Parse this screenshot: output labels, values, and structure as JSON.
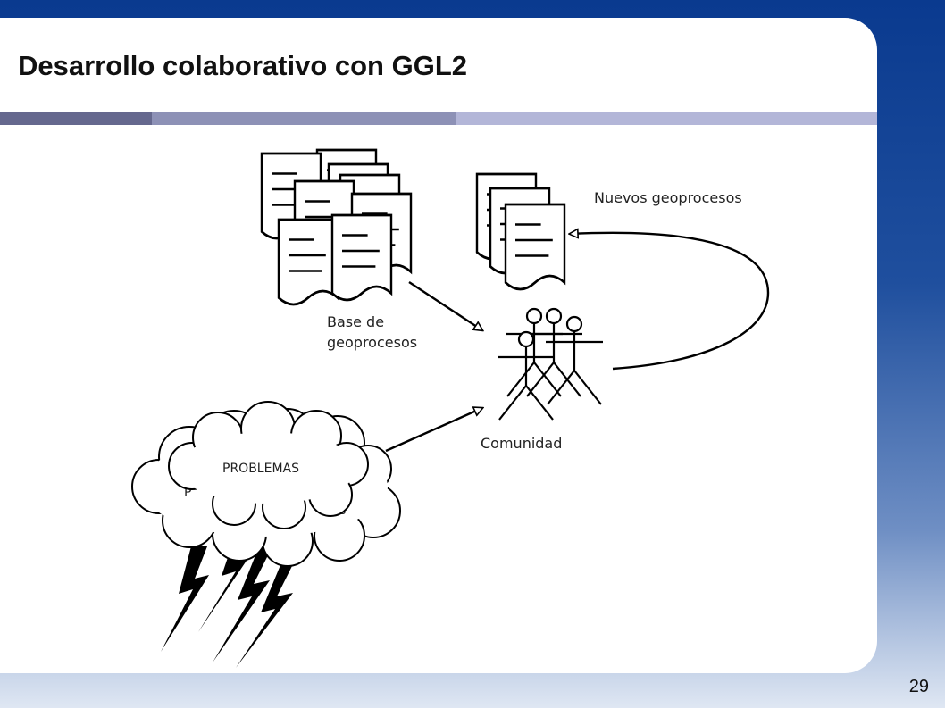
{
  "slide": {
    "title": "Desarrollo colaborativo con GGL2",
    "page_number": "29"
  },
  "diagram": {
    "base_label_line1": "Base de",
    "base_label_line2": "geoprocesos",
    "new_label": "Nuevos geoprocesos",
    "community_label": "Comunidad",
    "cloud_label": "PROBLEMAS",
    "cloud_back_partial_1": "P",
    "cloud_back_partial_2": "s"
  },
  "colors": {
    "ink": "#000000",
    "title_bar_dark": "#65688e",
    "title_bar_mid": "#8d91b6",
    "title_bar_light": "#b3b6d8"
  }
}
